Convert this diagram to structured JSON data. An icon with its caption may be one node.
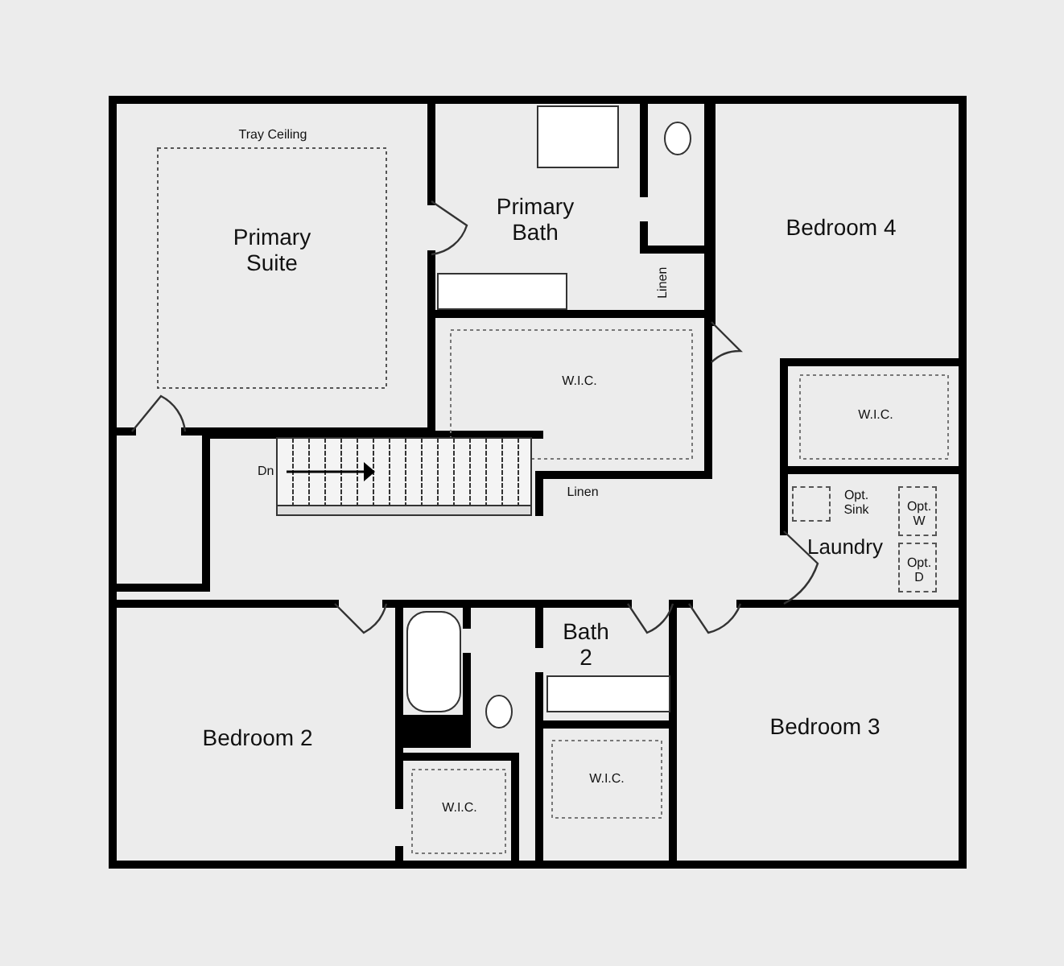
{
  "diagram": {
    "nodes": [
      {
        "text": [
          "Tray Ceiling",
          "Primary Suite"
        ]
      },
      {
        "text": [
          "Primary Bath"
        ]
      },
      {
        "text": [
          "Linen"
        ]
      },
      {
        "text": [
          "W.I.C."
        ]
      },
      {
        "text": [
          "Bedroom 4"
        ]
      },
      {
        "text": [
          "W.I.C."
        ]
      },
      {
        "text": [
          "Linen"
        ]
      },
      {
        "text": [
          "Laundry"
        ]
      },
      {
        "text": [
          "Opt. Sink"
        ],
        "in": 7
      },
      {
        "text": [
          "Opt. W"
        ],
        "in": 7
      },
      {
        "text": [
          "Opt. D"
        ],
        "in": 7
      },
      {
        "text": [
          "Bath 2"
        ]
      },
      {
        "text": [
          "Bedroom 2"
        ]
      },
      {
        "text": [
          "W.I.C."
        ]
      },
      {
        "text": [
          "Bedroom 3"
        ]
      },
      {
        "text": [
          "W.I.C."
        ]
      }
    ],
    "labels": [
      "Dn"
    ]
  }
}
